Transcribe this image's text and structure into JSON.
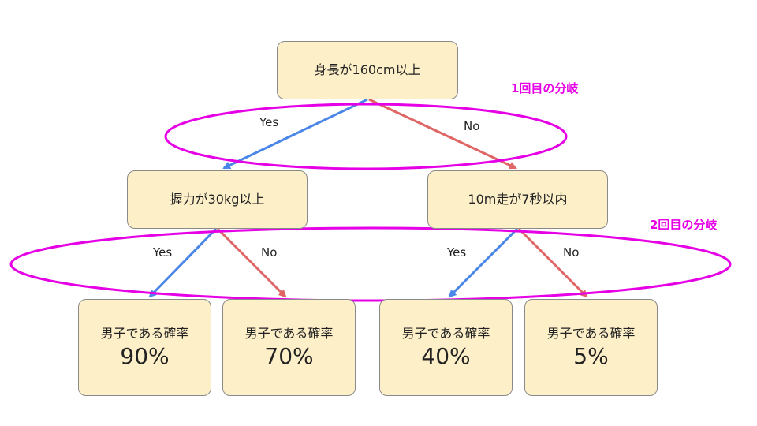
{
  "colors": {
    "yes": "#4a86e8",
    "no": "#e06666",
    "highlight": "#e600e6",
    "box_fill": "#fdefc8",
    "box_border": "#8a8a8a"
  },
  "root": {
    "label": "身長が160cm以上"
  },
  "nodes": {
    "left": {
      "label": "握力が30kg以上"
    },
    "right": {
      "label": "10m走が7秒以内"
    }
  },
  "leaves": [
    {
      "label": "男子である確率",
      "value": "90%"
    },
    {
      "label": "男子である確率",
      "value": "70%"
    },
    {
      "label": "男子である確率",
      "value": "40%"
    },
    {
      "label": "男子である確率",
      "value": "5%"
    }
  ],
  "edges": {
    "yes": "Yes",
    "no": "No"
  },
  "annotations": {
    "first": "1回目の分岐",
    "second": "2回目の分岐"
  }
}
